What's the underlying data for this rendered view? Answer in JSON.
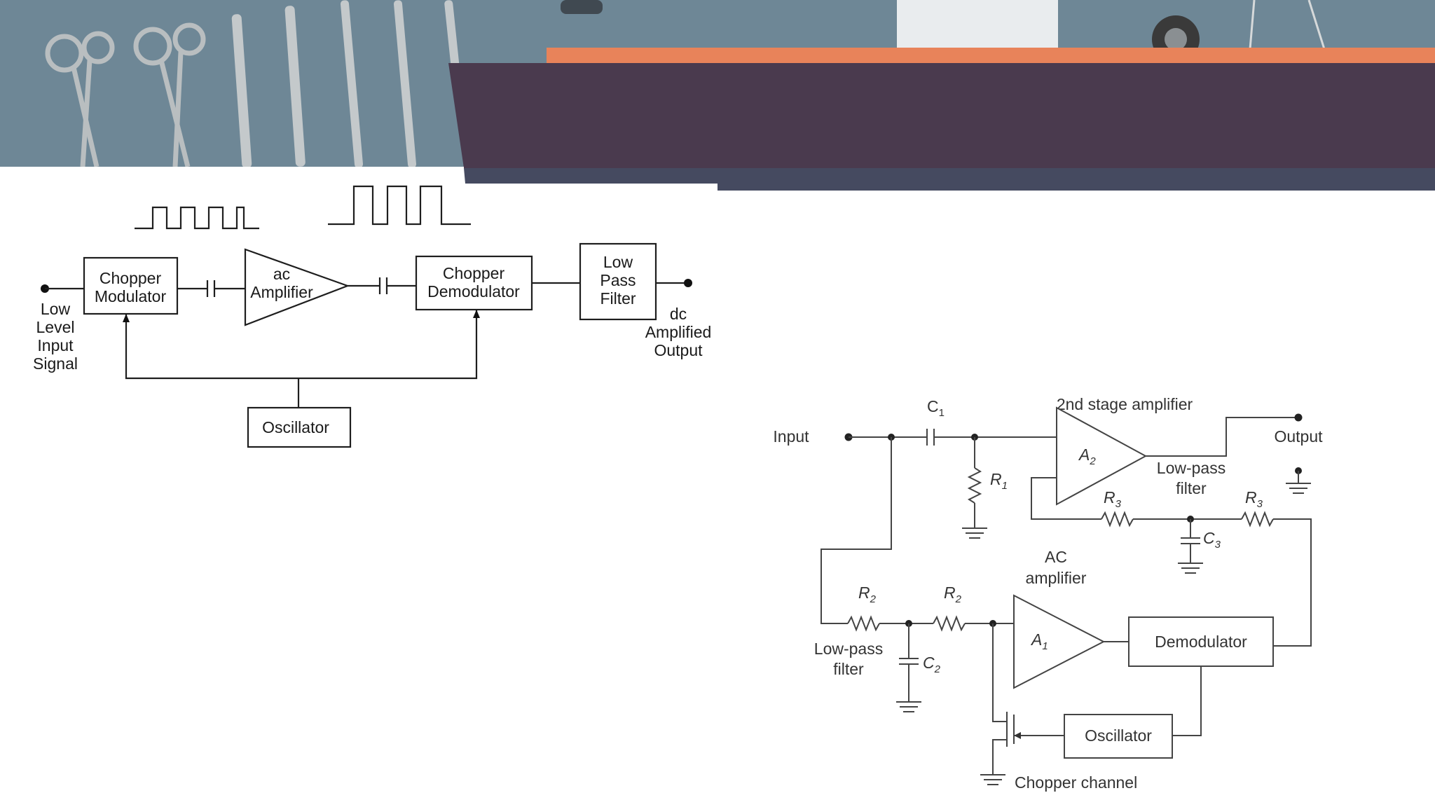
{
  "banner": {
    "image": "surgical-instruments-photo",
    "accent_colors": {
      "slate": "#6e8796",
      "orange": "#e8835a",
      "purple": "#4a3a4e",
      "navy": "#454a60"
    }
  },
  "block_diagram": {
    "blocks": {
      "chopper_modulator": [
        "Chopper",
        "Modulator"
      ],
      "ac_amplifier": [
        "ac",
        "Amplifier"
      ],
      "chopper_demodulator": [
        "Chopper",
        "Demodulator"
      ],
      "low_pass_filter": [
        "Low",
        "Pass",
        "Filter"
      ],
      "oscillator": "Oscillator"
    },
    "input_label": [
      "Low",
      "Level",
      "Input",
      "Signal"
    ],
    "output_label": [
      "dc",
      "Amplified",
      "Output"
    ]
  },
  "circuit": {
    "labels": {
      "input": "Input",
      "output": "Output",
      "second_stage": "2nd stage amplifier",
      "ac_amplifier": [
        "AC",
        "amplifier"
      ],
      "low_pass_filter": [
        "Low-pass",
        "filter"
      ],
      "demodulator": "Demodulator",
      "oscillator": "Oscillator",
      "chopper_channel": "Chopper channel"
    },
    "components": {
      "c1": [
        "C",
        "1"
      ],
      "r1": [
        "R",
        "1"
      ],
      "r2a": [
        "R",
        "2"
      ],
      "r2b": [
        "R",
        "2"
      ],
      "c2": [
        "C",
        "2"
      ],
      "r3a": [
        "R",
        "3"
      ],
      "r3b": [
        "R",
        "3"
      ],
      "c3": [
        "C",
        "3"
      ],
      "a1": [
        "A",
        "1"
      ],
      "a2": [
        "A",
        "2"
      ]
    }
  }
}
